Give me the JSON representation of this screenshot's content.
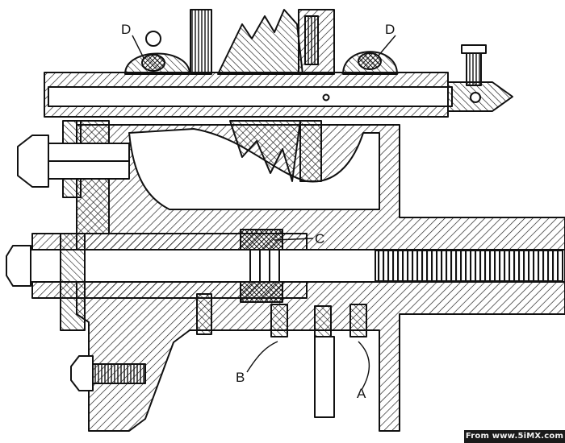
{
  "diagram": {
    "labels": {
      "d_left": "D",
      "d_right": "D",
      "c": "C",
      "b": "B",
      "a": "A"
    }
  },
  "watermark": {
    "text": "From www.5iMX.com"
  },
  "colors": {
    "ink": "#111111",
    "paper": "#ffffff",
    "watermark_bg": "#1a1a1a"
  }
}
